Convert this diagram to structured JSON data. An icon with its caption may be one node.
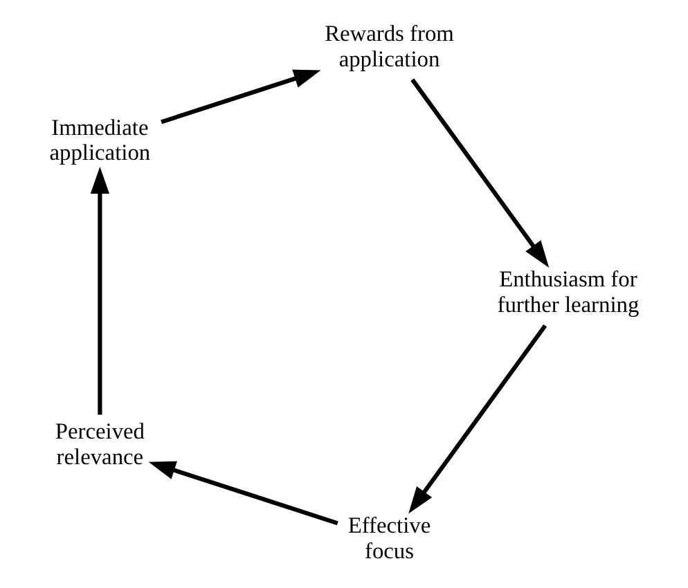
{
  "diagram": {
    "nodes": [
      {
        "text": [
          "Effective focus"
        ]
      },
      {
        "text": [
          "Perceived relevance"
        ]
      },
      {
        "text": [
          "Immediate application"
        ]
      },
      {
        "text": [
          "Rewards from application"
        ]
      },
      {
        "text": [
          "Enthusiasm for further learning"
        ]
      }
    ],
    "edges": [
      {
        "from": 0,
        "to": 1,
        "arrow": "to"
      },
      {
        "from": 1,
        "to": 2,
        "arrow": "to"
      },
      {
        "from": 2,
        "to": 3,
        "arrow": "to"
      },
      {
        "from": 3,
        "to": 4,
        "arrow": "to"
      },
      {
        "from": 4,
        "to": 0,
        "arrow": "to"
      }
    ]
  }
}
